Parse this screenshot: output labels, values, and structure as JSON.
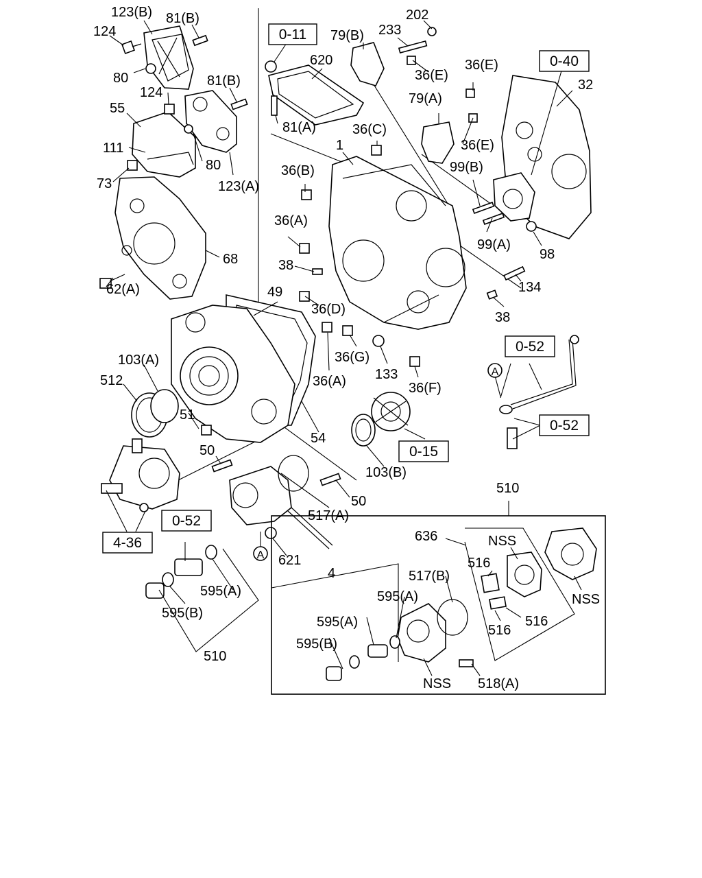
{
  "labels": [
    {
      "id": "p123b",
      "text": "123(B)"
    },
    {
      "id": "p81b_a",
      "text": "81(B)"
    },
    {
      "id": "p202",
      "text": "202"
    },
    {
      "id": "p124_a",
      "text": "124"
    },
    {
      "id": "p233",
      "text": "233"
    },
    {
      "id": "p79b",
      "text": "79(B)"
    },
    {
      "id": "p620",
      "text": "620"
    },
    {
      "id": "p36e_a",
      "text": "36(E)"
    },
    {
      "id": "p36e_b",
      "text": "36(E)"
    },
    {
      "id": "p80_a",
      "text": "80"
    },
    {
      "id": "p124_b",
      "text": "124"
    },
    {
      "id": "p81b_b",
      "text": "81(B)"
    },
    {
      "id": "p32",
      "text": "32"
    },
    {
      "id": "p55",
      "text": "55"
    },
    {
      "id": "p79a",
      "text": "79(A)"
    },
    {
      "id": "p81a",
      "text": "81(A)"
    },
    {
      "id": "p36c",
      "text": "36(C)"
    },
    {
      "id": "p36e_c",
      "text": "36(E)"
    },
    {
      "id": "p111",
      "text": "111"
    },
    {
      "id": "p80_b",
      "text": "80"
    },
    {
      "id": "p1",
      "text": "1"
    },
    {
      "id": "p73",
      "text": "73"
    },
    {
      "id": "p123a",
      "text": "123(A)"
    },
    {
      "id": "p36b",
      "text": "36(B)"
    },
    {
      "id": "p99b",
      "text": "99(B)"
    },
    {
      "id": "p36a_a",
      "text": "36(A)"
    },
    {
      "id": "p99a",
      "text": "99(A)"
    },
    {
      "id": "p68",
      "text": "68"
    },
    {
      "id": "p98",
      "text": "98"
    },
    {
      "id": "p38_a",
      "text": "38"
    },
    {
      "id": "p62a",
      "text": "62(A)"
    },
    {
      "id": "p134",
      "text": "134"
    },
    {
      "id": "p49",
      "text": "49"
    },
    {
      "id": "p36d",
      "text": "36(D)"
    },
    {
      "id": "p38_b",
      "text": "38"
    },
    {
      "id": "p36g",
      "text": "36(G)"
    },
    {
      "id": "p103a",
      "text": "103(A)"
    },
    {
      "id": "p133",
      "text": "133"
    },
    {
      "id": "p512",
      "text": "512"
    },
    {
      "id": "p36a_b",
      "text": "36(A)"
    },
    {
      "id": "p36f",
      "text": "36(F)"
    },
    {
      "id": "p51",
      "text": "51"
    },
    {
      "id": "p54",
      "text": "54"
    },
    {
      "id": "p50_a",
      "text": "50"
    },
    {
      "id": "p103b",
      "text": "103(B)"
    },
    {
      "id": "p50_b",
      "text": "50"
    },
    {
      "id": "p510_a",
      "text": "510"
    },
    {
      "id": "p517a",
      "text": "517(A)"
    },
    {
      "id": "p636",
      "text": "636"
    },
    {
      "id": "p nss_a",
      "text": "NSS"
    },
    {
      "id": "p516_a",
      "text": "516"
    },
    {
      "id": "p621",
      "text": "621"
    },
    {
      "id": "p4",
      "text": "4"
    },
    {
      "id": "p517b",
      "text": "517(B)"
    },
    {
      "id": "p595a_a",
      "text": "595(A)"
    },
    {
      "id": "p nss_b",
      "text": "NSS"
    },
    {
      "id": "p595a_b",
      "text": "595(A)"
    },
    {
      "id": "p595b_a",
      "text": "595(B)"
    },
    {
      "id": "p516_b",
      "text": "516"
    },
    {
      "id": "p516_c",
      "text": "516"
    },
    {
      "id": "p595a_c",
      "text": "595(A)"
    },
    {
      "id": "p595b_b",
      "text": "595(B)"
    },
    {
      "id": "p510_b",
      "text": "510"
    },
    {
      "id": "p nss_c",
      "text": "NSS"
    },
    {
      "id": "p518a",
      "text": "518(A)"
    }
  ],
  "ref_boxes": [
    {
      "id": "r011",
      "text": "0-11"
    },
    {
      "id": "r040",
      "text": "0-40"
    },
    {
      "id": "r052_a",
      "text": "0-52"
    },
    {
      "id": "r052_b",
      "text": "0-52"
    },
    {
      "id": "r015",
      "text": "0-15"
    },
    {
      "id": "r052_c",
      "text": "0-52"
    },
    {
      "id": "r436",
      "text": "4-36"
    }
  ],
  "callouts": [
    {
      "id": "cA_1",
      "text": "A"
    },
    {
      "id": "cA_2",
      "text": "A"
    }
  ]
}
